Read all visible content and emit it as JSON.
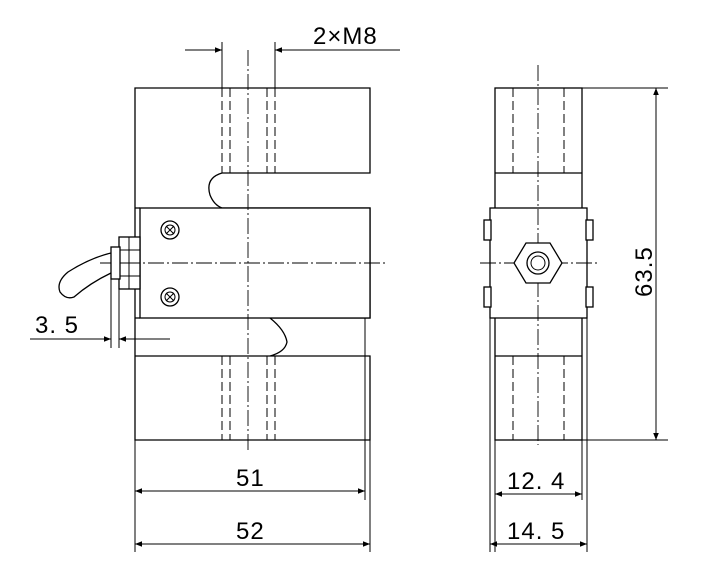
{
  "drawing": {
    "thread_label": "2×M8",
    "overhang_label": "3. 5",
    "inner_width_label": "51",
    "outer_width_label": "52",
    "height_label": "63.5",
    "side_inner_width_label": "12. 4",
    "side_outer_width_label": "14. 5"
  }
}
